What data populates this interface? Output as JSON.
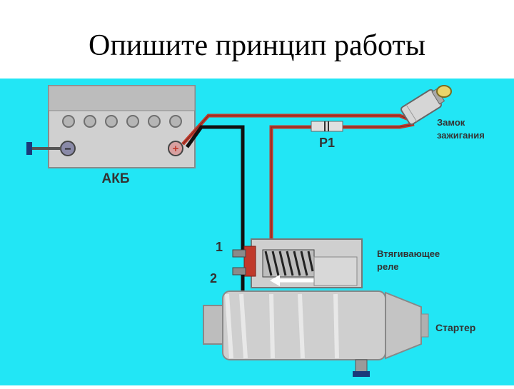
{
  "title": "Опишите принцип работы",
  "labels": {
    "battery": "АКБ",
    "relay_p1": "Р1",
    "ignition_line1": "Замок",
    "ignition_line2": "зажигания",
    "terminal_1": "1",
    "terminal_2": "2",
    "solenoid_line1": "Втягивающее",
    "solenoid_line2": "реле",
    "starter": "Стартер",
    "minus": "−",
    "plus": "+"
  },
  "colors": {
    "background": "#22e6f5",
    "wire_red": "#c0392b",
    "wire_black": "#111111",
    "metal": "#c9c9c9"
  }
}
